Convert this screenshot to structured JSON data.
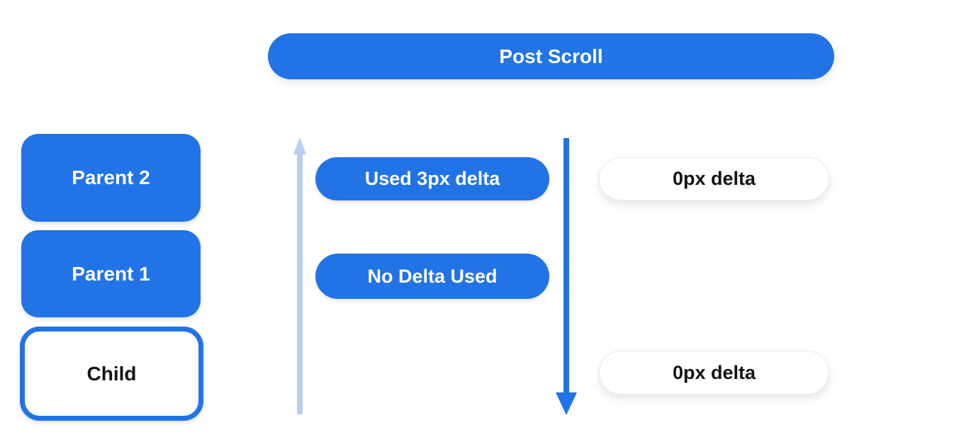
{
  "palette": {
    "blue": "#2273e6",
    "light_blue": "#b8cdf4",
    "white_pill_border": "#e9e9e9",
    "dark_text": "#141414",
    "background": "#ffffff"
  },
  "banner": {
    "label": "Post Scroll"
  },
  "scrollable_stack": {
    "boxes": [
      {
        "label": "Parent 2",
        "variant": "filled"
      },
      {
        "label": "Parent 1",
        "variant": "filled"
      },
      {
        "label": "Child",
        "variant": "outlined"
      }
    ]
  },
  "delta_annotations": {
    "middle": [
      {
        "label": "Used 3px delta"
      },
      {
        "label": "No Delta Used"
      }
    ],
    "right": [
      {
        "label": "0px delta"
      },
      {
        "label": "0px delta"
      }
    ]
  },
  "icons": {
    "up_arrow": "arrow-up-icon",
    "down_arrow": "arrow-down-icon"
  }
}
